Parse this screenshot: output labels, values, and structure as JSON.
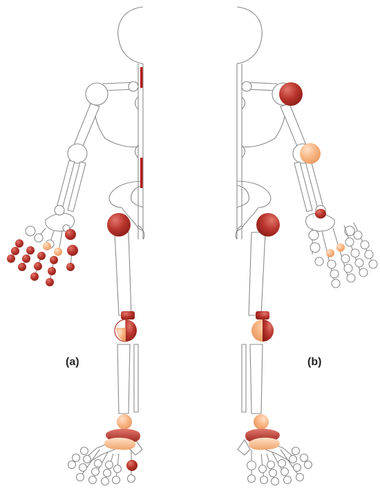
{
  "figure": {
    "panels": [
      {
        "id": "a",
        "label": "(a)"
      },
      {
        "id": "b",
        "label": "(b)"
      }
    ]
  },
  "colors": {
    "severe": "#b8342c",
    "severe_highlight": "#e2766a",
    "mild": "#f7b27f",
    "mild_highlight": "#ffe0c6",
    "bone_outline": "#8a8a8a",
    "spine_mark": "#b71c1c"
  }
}
